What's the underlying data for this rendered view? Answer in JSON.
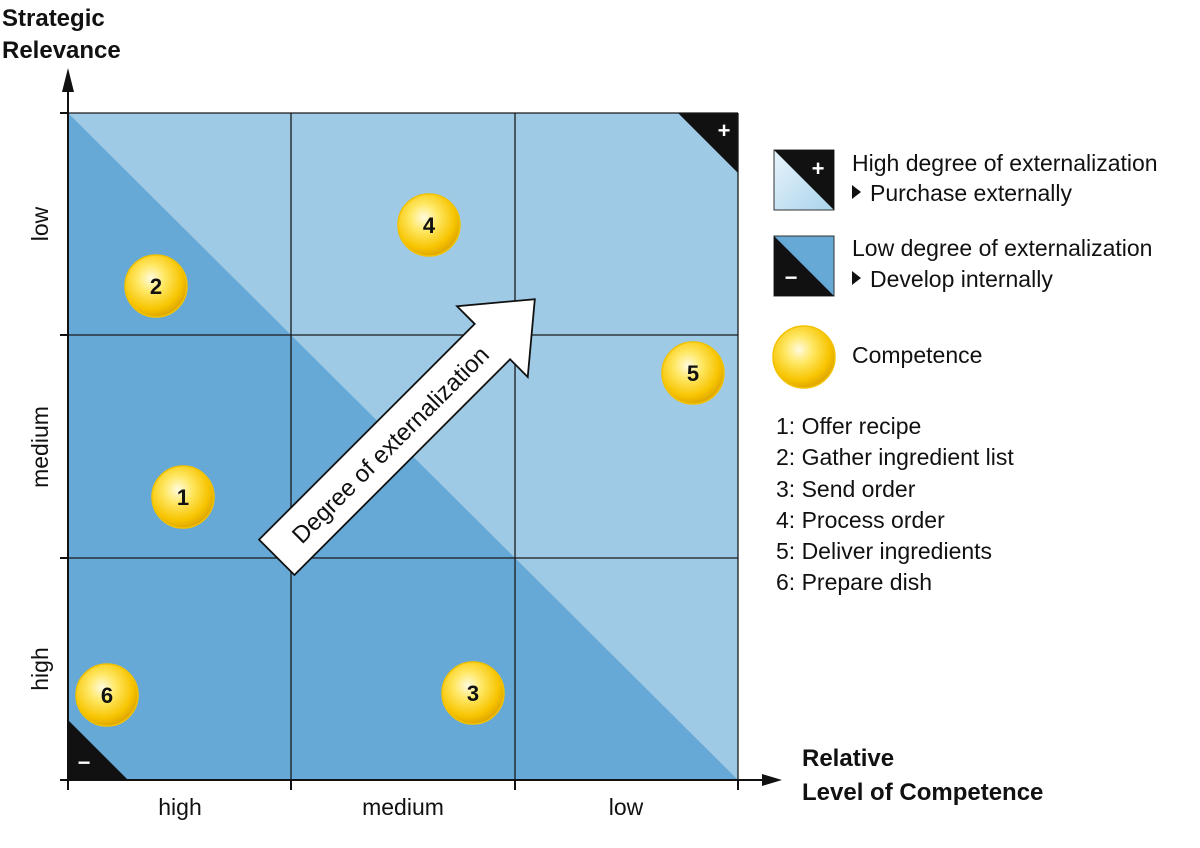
{
  "y_axis": {
    "title_line1": "Strategic",
    "title_line2": "Relevance",
    "ticks": [
      "low",
      "medium",
      "high"
    ]
  },
  "x_axis": {
    "title_line1": "Relative",
    "title_line2": "Level of Competence",
    "ticks": [
      "high",
      "medium",
      "low"
    ]
  },
  "arrow_label": "Degree of externalization",
  "corner_marks": {
    "top_right": "+",
    "bottom_left": "−"
  },
  "colors": {
    "light_region": "#9ecae6",
    "dark_region": "#67a9d6",
    "legend_light": "#cfe6f4",
    "gridline": "#1a1a1a",
    "bubble_core": "#fff7b0",
    "bubble_edge": "#f0b800"
  },
  "legend": {
    "high": {
      "line1": "High degree of externalization",
      "line2": "Purchase externally",
      "mark": "+"
    },
    "low": {
      "line1": "Low degree of externalization",
      "line2": "Develop internally",
      "mark": "−"
    },
    "competence": "Competence"
  },
  "competences": [
    {
      "id": "1",
      "label": "1: Offer recipe",
      "level_of_competence": "high",
      "strategic_relevance": "medium"
    },
    {
      "id": "2",
      "label": "2: Gather ingredient list",
      "level_of_competence": "high",
      "strategic_relevance": "low"
    },
    {
      "id": "3",
      "label": "3: Send order",
      "level_of_competence": "medium",
      "strategic_relevance": "high"
    },
    {
      "id": "4",
      "label": "4: Process order",
      "level_of_competence": "medium",
      "strategic_relevance": "low"
    },
    {
      "id": "5",
      "label": "5: Deliver ingredients",
      "level_of_competence": "low",
      "strategic_relevance": "medium"
    },
    {
      "id": "6",
      "label": "6: Prepare dish",
      "level_of_competence": "high",
      "strategic_relevance": "high"
    }
  ]
}
